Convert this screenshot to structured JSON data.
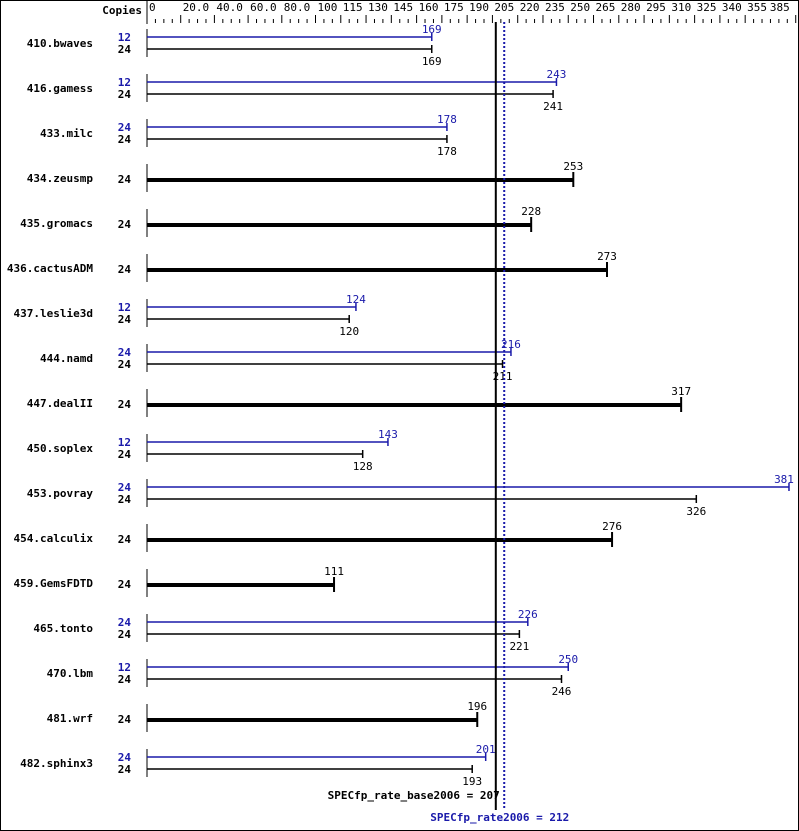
{
  "chart_data": {
    "type": "bar",
    "orientation": "horizontal",
    "copies_header": "Copies",
    "xlim": [
      0,
      385
    ],
    "x_ticks": [
      "0",
      "20.0",
      "40.0",
      "60.0",
      "80.0",
      "100",
      "115",
      "130",
      "145",
      "160",
      "175",
      "190",
      "205",
      "220",
      "235",
      "250",
      "265",
      "280",
      "295",
      "310",
      "325",
      "340",
      "355",
      "385"
    ],
    "x_tick_values": [
      0,
      20,
      40,
      60,
      80,
      100,
      115,
      130,
      145,
      160,
      175,
      190,
      205,
      220,
      235,
      250,
      265,
      280,
      295,
      310,
      325,
      340,
      355,
      385
    ],
    "colors": {
      "base": "#000000",
      "peak": "#1a1aaa"
    },
    "benchmarks": [
      {
        "name": "410.bwaves",
        "peak": {
          "copies": "12",
          "value": 169
        },
        "base": {
          "copies": "24",
          "value": 169
        }
      },
      {
        "name": "416.gamess",
        "peak": {
          "copies": "12",
          "value": 243
        },
        "base": {
          "copies": "24",
          "value": 241
        }
      },
      {
        "name": "433.milc",
        "peak": {
          "copies": "24",
          "value": 178
        },
        "base": {
          "copies": "24",
          "value": 178
        }
      },
      {
        "name": "434.zeusmp",
        "single": {
          "copies": "24",
          "value": 253
        }
      },
      {
        "name": "435.gromacs",
        "single": {
          "copies": "24",
          "value": 228
        }
      },
      {
        "name": "436.cactusADM",
        "single": {
          "copies": "24",
          "value": 273
        }
      },
      {
        "name": "437.leslie3d",
        "peak": {
          "copies": "12",
          "value": 124
        },
        "base": {
          "copies": "24",
          "value": 120
        }
      },
      {
        "name": "444.namd",
        "peak": {
          "copies": "24",
          "value": 216
        },
        "base": {
          "copies": "24",
          "value": 211
        }
      },
      {
        "name": "447.dealII",
        "single": {
          "copies": "24",
          "value": 317
        }
      },
      {
        "name": "450.soplex",
        "peak": {
          "copies": "12",
          "value": 143
        },
        "base": {
          "copies": "24",
          "value": 128
        }
      },
      {
        "name": "453.povray",
        "peak": {
          "copies": "24",
          "value": 381
        },
        "base": {
          "copies": "24",
          "value": 326
        }
      },
      {
        "name": "454.calculix",
        "single": {
          "copies": "24",
          "value": 276
        }
      },
      {
        "name": "459.GemsFDTD",
        "single": {
          "copies": "24",
          "value": 111
        }
      },
      {
        "name": "465.tonto",
        "peak": {
          "copies": "24",
          "value": 226
        },
        "base": {
          "copies": "24",
          "value": 221
        }
      },
      {
        "name": "470.lbm",
        "peak": {
          "copies": "12",
          "value": 250
        },
        "base": {
          "copies": "24",
          "value": 246
        }
      },
      {
        "name": "481.wrf",
        "single": {
          "copies": "24",
          "value": 196
        }
      },
      {
        "name": "482.sphinx3",
        "peak": {
          "copies": "24",
          "value": 201
        },
        "base": {
          "copies": "24",
          "value": 193
        }
      }
    ],
    "base_summary": {
      "label": "SPECfp_rate_base2006 = 207",
      "value": 207
    },
    "peak_summary": {
      "label": "SPECfp_rate2006 = 212",
      "value": 212
    }
  }
}
